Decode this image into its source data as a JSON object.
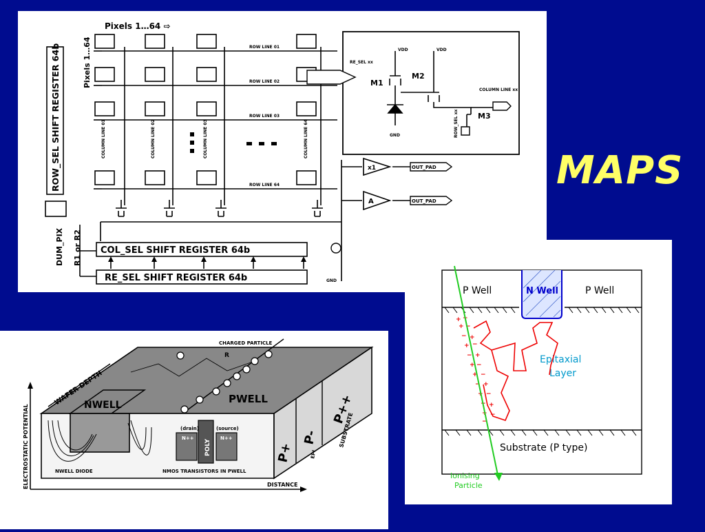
{
  "title": "MAPS",
  "colors": {
    "background": "#000c8f",
    "title": "#ffff66",
    "epi_text": "#0099cc",
    "n_well_text": "#0000cc",
    "ionising_particle": "#22cc22",
    "charge_track": "#ee0000"
  },
  "schematic": {
    "pixels_top": "Pixels 1…64 ⇨",
    "pixels_side": "Pixels 1…64",
    "row_sel_register": "ROW_SEL SHIFT REGISTER 64b",
    "col_sel_register": "COL_SEL SHIFT REGISTER 64b",
    "re_sel_register": "RE_SEL SHIFT REGISTER 64b",
    "dum_pix": "DUM_PIX",
    "r1r2": "R1 or R2",
    "row_lines": [
      "ROW LINE 01",
      "ROW LINE 02",
      "ROW LINE 03",
      "ROW LINE 64"
    ],
    "column_lines": [
      "COLUMN LINE 01",
      "COLUMN LINE 02",
      "COLUMN LINE 03",
      "COLUMN LINE 64"
    ],
    "amp_x1": "x1",
    "amp_a": "A",
    "out_pad": "OUT_PAD",
    "gnd": "GND",
    "pixel_detail": {
      "re_sel": "RE_SEL xx",
      "vdd": "VDD",
      "m1": "M1",
      "m2": "M2",
      "m3": "M3",
      "column_line": "COLUMN LINE xx",
      "row_sel": "ROW_SEL xx",
      "gnd": "GND"
    }
  },
  "cross_section_3d": {
    "charged_particle": "CHARGED PARTICLE",
    "wafer_depth": "WAFER DEPTH",
    "electrostatic_potential": "ELECTROSTATIC POTENTIAL",
    "distance": "DISTANCE",
    "nwell": "NWELL",
    "pwell": "PWELL",
    "p_plus": "P+",
    "p_minus": "P-",
    "p_plus_plus": "P++",
    "epi": "EPI",
    "substrate": "SUBSTRATE",
    "drain": "(drain)",
    "source": "(source)",
    "npp_left": "N++",
    "npp_right": "N++",
    "poly": "POLY",
    "nwell_diode": "NWELL DIODE",
    "nmos_label": "NMOS TRANSISTORS IN PWELL",
    "r_label": "R"
  },
  "epi_diagram": {
    "p_well_left": "P Well",
    "n_well": "N Well",
    "p_well_right": "P Well",
    "epitaxial_line1": "Epitaxial",
    "epitaxial_line2": "Layer",
    "substrate": "Substrate (P type)",
    "ionising_line1": "Ionising",
    "ionising_line2": "Particle"
  }
}
